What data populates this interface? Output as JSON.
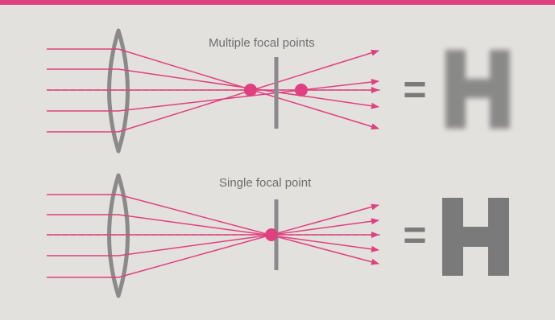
{
  "colors": {
    "accent": "#e0407f",
    "panel": "#e3e1de",
    "lens": "#8a8a8a",
    "axis": "#9a9a9a",
    "text": "#6e6e6e",
    "letter": "#7a7a7a"
  },
  "panels": [
    {
      "label": "Multiple focal points",
      "equals": "=",
      "result_letter": "H",
      "result_state": "blurred"
    },
    {
      "label": "Single focal point",
      "equals": "=",
      "result_letter": "H",
      "result_state": "sharp"
    }
  ]
}
